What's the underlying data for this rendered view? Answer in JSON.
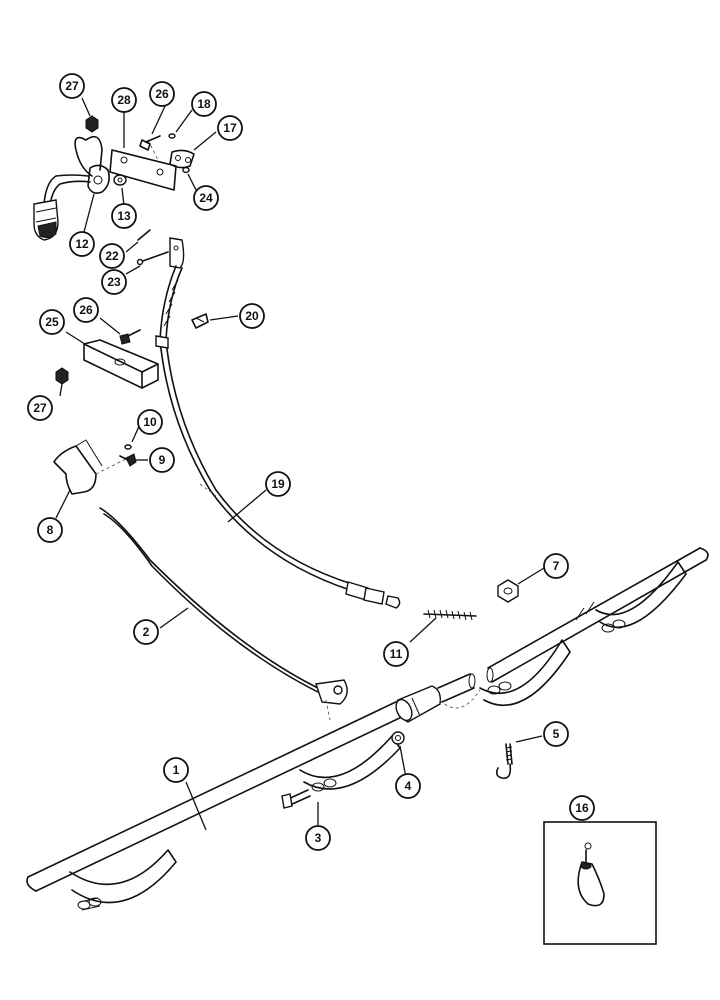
{
  "diagram": {
    "callouts": [
      {
        "id": "c1",
        "label": "1"
      },
      {
        "id": "c2",
        "label": "2"
      },
      {
        "id": "c3",
        "label": "3"
      },
      {
        "id": "c4",
        "label": "4"
      },
      {
        "id": "c5",
        "label": "5"
      },
      {
        "id": "c7",
        "label": "7"
      },
      {
        "id": "c8",
        "label": "8"
      },
      {
        "id": "c9",
        "label": "9"
      },
      {
        "id": "c10",
        "label": "10"
      },
      {
        "id": "c11",
        "label": "11"
      },
      {
        "id": "c12",
        "label": "12"
      },
      {
        "id": "c13",
        "label": "13"
      },
      {
        "id": "c16",
        "label": "16"
      },
      {
        "id": "c17",
        "label": "17"
      },
      {
        "id": "c18",
        "label": "18"
      },
      {
        "id": "c19",
        "label": "19"
      },
      {
        "id": "c20",
        "label": "20"
      },
      {
        "id": "c22",
        "label": "22"
      },
      {
        "id": "c23",
        "label": "23"
      },
      {
        "id": "c24",
        "label": "24"
      },
      {
        "id": "c25",
        "label": "25"
      },
      {
        "id": "c26a",
        "label": "26"
      },
      {
        "id": "c26b",
        "label": "26"
      },
      {
        "id": "c27a",
        "label": "27"
      },
      {
        "id": "c27b",
        "label": "27"
      },
      {
        "id": "c28",
        "label": "28"
      }
    ]
  }
}
